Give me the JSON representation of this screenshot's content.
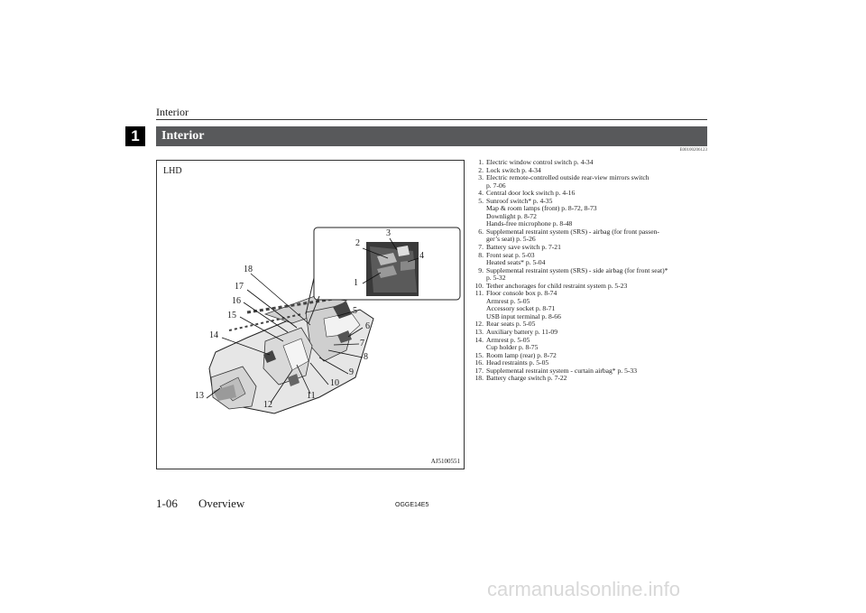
{
  "header": {
    "title": "Interior"
  },
  "chapter_tab": "1",
  "section": {
    "title": "Interior",
    "ref_code": "E00100206123"
  },
  "figure": {
    "label": "LHD",
    "code": "AJ5100551",
    "callouts": [
      "1",
      "2",
      "3",
      "4",
      "5",
      "6",
      "7",
      "8",
      "9",
      "10",
      "11",
      "12",
      "13",
      "14",
      "15",
      "16",
      "17",
      "18"
    ]
  },
  "items": [
    {
      "num": "1.",
      "lines": [
        "Electric window control switch p. 4-34"
      ]
    },
    {
      "num": "2.",
      "lines": [
        "Lock switch p. 4-34"
      ]
    },
    {
      "num": "3.",
      "lines": [
        "Electric remote-controlled outside rear-view mirrors switch",
        "p. 7-06"
      ]
    },
    {
      "num": "4.",
      "lines": [
        "Central door lock switch p. 4-16"
      ]
    },
    {
      "num": "5.",
      "lines": [
        "Sunroof switch* p. 4-35",
        "Map & room lamps (front) p. 8-72, 8-73",
        "Downlight p. 8-72",
        "Hands-free microphone p. 8-48"
      ]
    },
    {
      "num": "6.",
      "lines": [
        "Supplemental restraint system (SRS) - airbag (for front passen-",
        "ger’s seat) p. 5-26"
      ]
    },
    {
      "num": "7.",
      "lines": [
        "Battery save switch p. 7-21"
      ]
    },
    {
      "num": "8.",
      "lines": [
        "Front seat p. 5-03",
        "Heated seats* p. 5-04"
      ]
    },
    {
      "num": "9.",
      "lines": [
        "Supplemental restraint system (SRS) - side airbag (for front seat)*",
        "p. 5-32"
      ]
    },
    {
      "num": "10.",
      "lines": [
        "Tether anchorages for child restraint system p. 5-23"
      ]
    },
    {
      "num": "11.",
      "lines": [
        "Floor console box p. 8-74",
        "Armrest p. 5-05",
        "Accessory socket p. 8-71",
        "USB input terminal p. 8-66"
      ]
    },
    {
      "num": "12.",
      "lines": [
        "Rear seats p. 5-05"
      ]
    },
    {
      "num": "13.",
      "lines": [
        "Auxiliary battery p. 11-09"
      ]
    },
    {
      "num": "14.",
      "lines": [
        "Armrest p. 5-05",
        "Cup holder p. 8-75"
      ]
    },
    {
      "num": "15.",
      "lines": [
        "Room lamp (rear) p. 8-72"
      ]
    },
    {
      "num": "16.",
      "lines": [
        "Head restraints p. 5-05"
      ]
    },
    {
      "num": "17.",
      "lines": [
        "Supplemental restraint system - curtain airbag* p. 5-33"
      ]
    },
    {
      "num": "18.",
      "lines": [
        "Battery charge switch p. 7-22"
      ]
    }
  ],
  "footer": {
    "page": "1-06",
    "section": "Overview",
    "code": "OGGE14E5"
  },
  "watermark": "carmanualsonline.info"
}
